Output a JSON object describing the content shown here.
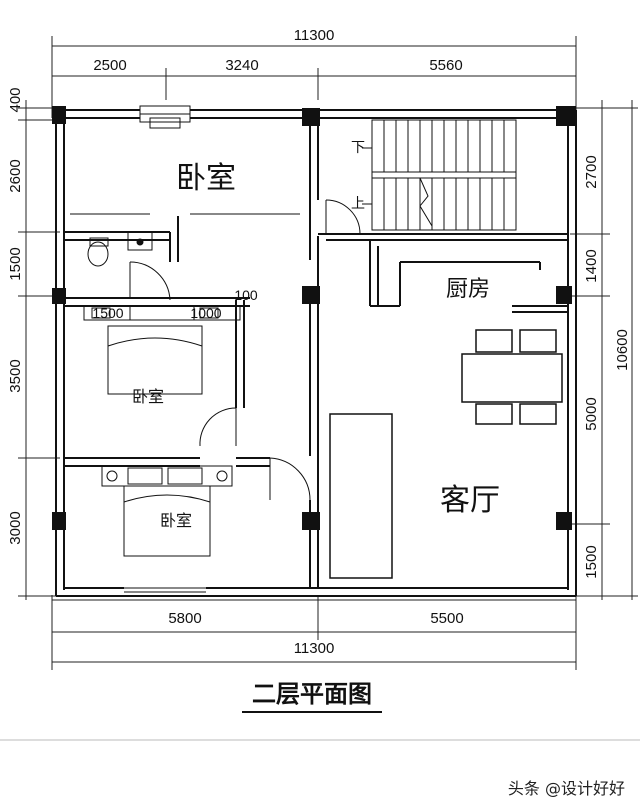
{
  "plan": {
    "title": "二层平面图",
    "watermark": "头条 @设计好好"
  },
  "dimensions": {
    "top_total": "11300",
    "top_segments": [
      "2500",
      "3240",
      "5560"
    ],
    "bottom_segments": [
      "5800",
      "5500"
    ],
    "bottom_total": "11300",
    "left_segments": [
      "400",
      "2600",
      "1500",
      "3500",
      "3000"
    ],
    "right_segments": [
      "2700",
      "1400",
      "5000",
      "1500"
    ],
    "right_total": "10600",
    "furniture_marks": [
      "1500",
      "1000",
      "100"
    ]
  },
  "rooms": {
    "bedroom_top": "卧室",
    "bedroom_mid": "卧室",
    "bedroom_bottom": "卧室",
    "kitchen": "厨房",
    "living": "客厅",
    "stair_down": "下",
    "stair_up": "上"
  }
}
